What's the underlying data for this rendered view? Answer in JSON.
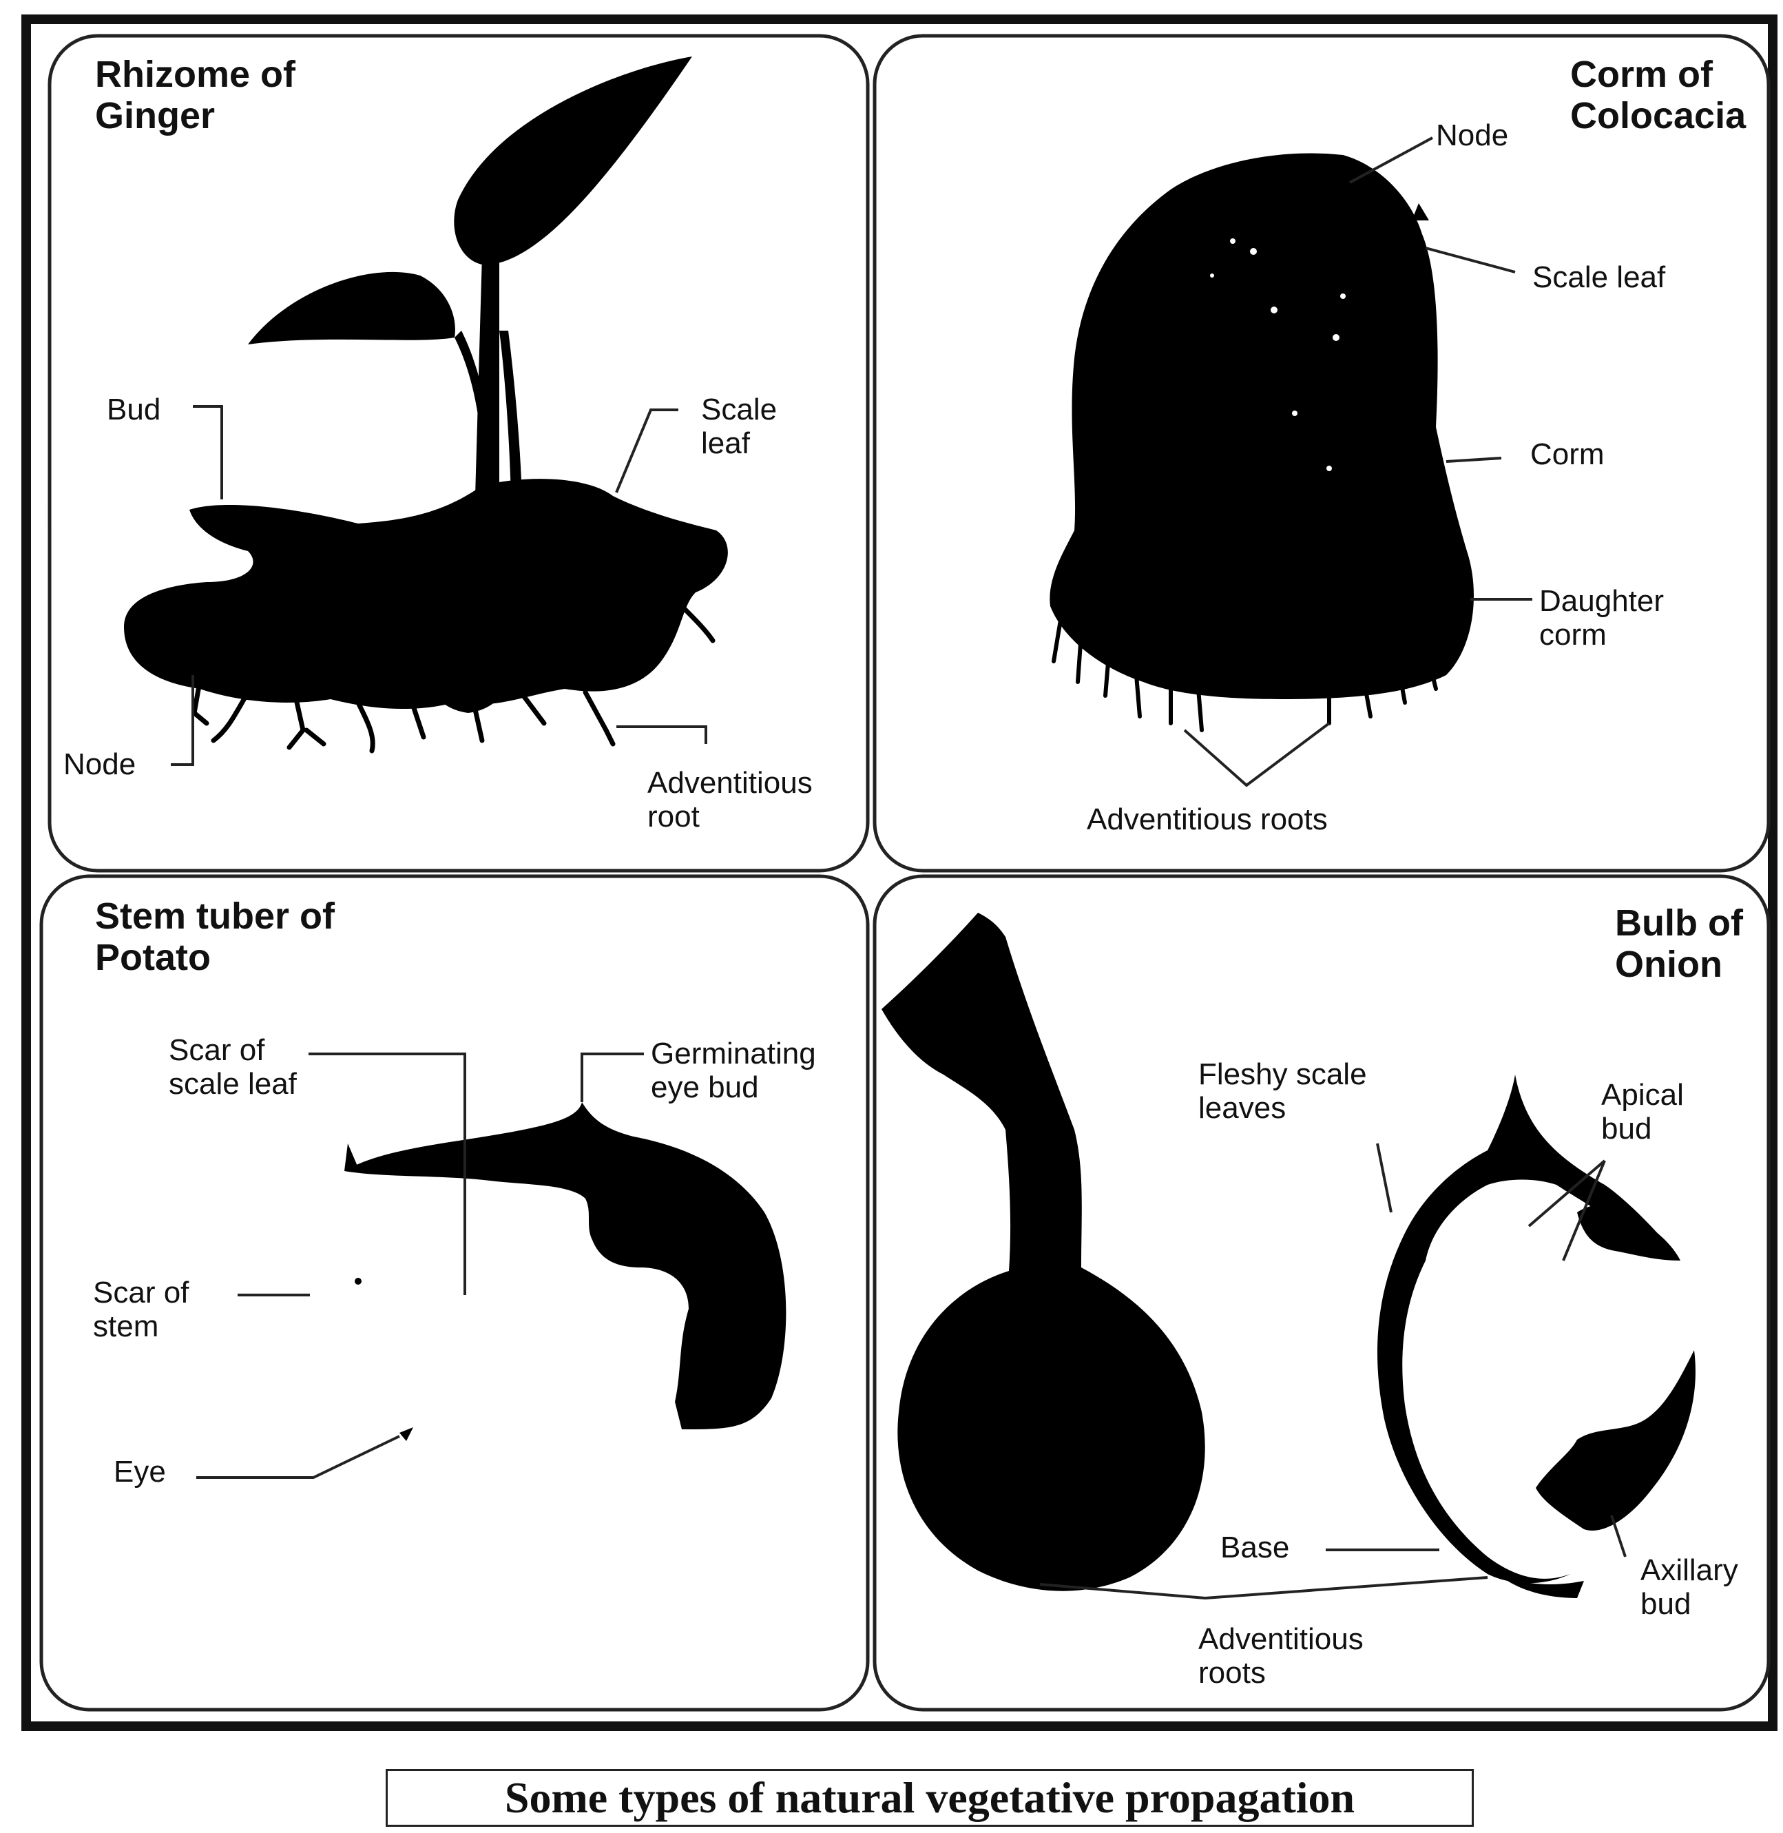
{
  "panels": [
    {
      "title": "Rhizome of\nGinger",
      "labels": {
        "bud": "Bud",
        "scale_leaf": "Scale\nleaf",
        "node": "Node",
        "adventitious_root": "Adventitious\nroot"
      }
    },
    {
      "title": "Corm of\nColocacia",
      "labels": {
        "node": "Node",
        "scale_leaf": "Scale leaf",
        "corm": "Corm",
        "daughter_corm": "Daughter\ncorm",
        "adventitious_roots": "Adventitious roots"
      }
    },
    {
      "title": "Stem tuber of\nPotato",
      "labels": {
        "scar_scale_leaf": "Scar of\nscale leaf",
        "germinating_bud": "Germinating\neye bud",
        "scar_stem": "Scar of\nstem",
        "eye": "Eye"
      }
    },
    {
      "title": "Bulb of\nOnion",
      "labels": {
        "fleshy_scale_leaves": "Fleshy scale\nleaves",
        "apical_bud": "Apical\nbud",
        "base": "Base",
        "axillary_bud": "Axillary\nbud",
        "adventitious_roots": "Adventitious\nroots"
      }
    }
  ],
  "caption": "Some types of natural vegetative propagation",
  "colors": {
    "ink": "#111111",
    "paper": "#ffffff"
  }
}
